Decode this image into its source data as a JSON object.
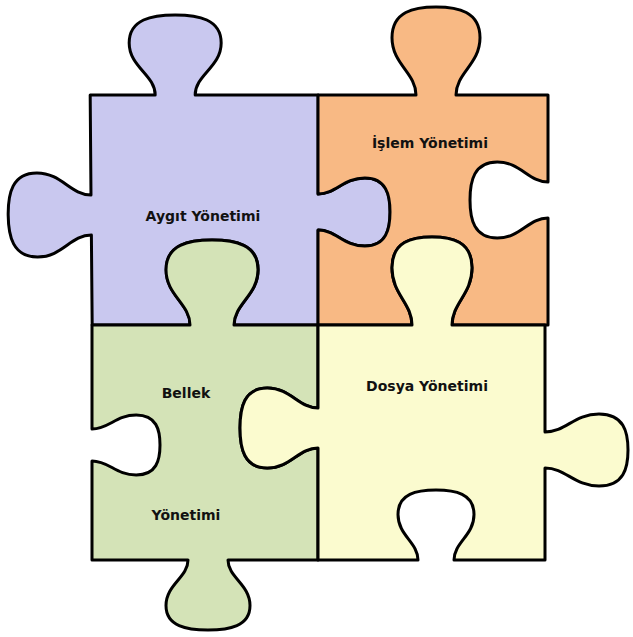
{
  "diagram": {
    "nodes": [
      {
        "text": [
          "Aygıt Yönetimi"
        ]
      },
      {
        "text": [
          "İşlem Yönetimi"
        ]
      },
      {
        "text": [
          "Bellek Yönetimi"
        ]
      },
      {
        "text": [
          "Dosya Yönetimi"
        ]
      }
    ]
  }
}
